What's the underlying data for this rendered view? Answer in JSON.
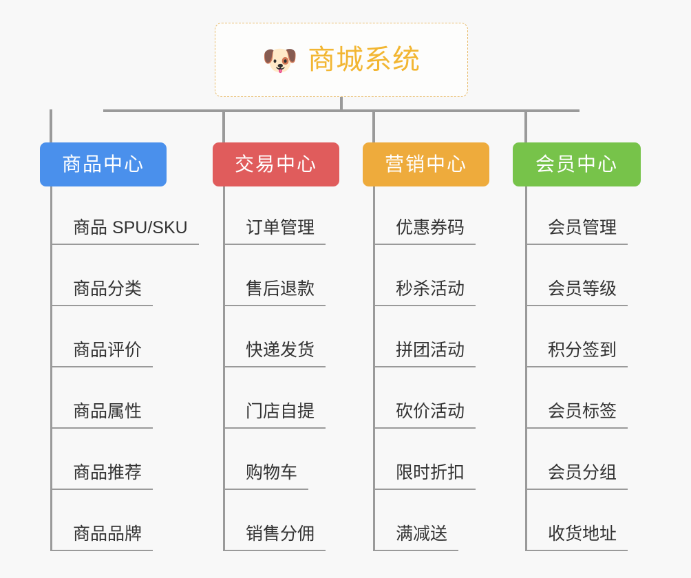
{
  "canvas": {
    "background_color": "#f8f8f8",
    "line_color": "#9a9a9a"
  },
  "root": {
    "icon": "dog-face-emoji",
    "icon_glyph": "🐶",
    "title": "商城系统",
    "title_color": "#f2b632",
    "border_color": "#e8bb6a",
    "border_style": "dashed"
  },
  "branches": [
    {
      "label": "商品中心",
      "color": "#4a90ec",
      "items": [
        "商品 SPU/SKU",
        "商品分类",
        "商品评价",
        "商品属性",
        "商品推荐",
        "商品品牌"
      ]
    },
    {
      "label": "交易中心",
      "color": "#e05c5c",
      "items": [
        "订单管理",
        "售后退款",
        "快递发货",
        "门店自提",
        "购物车",
        "销售分佣"
      ]
    },
    {
      "label": "营销中心",
      "color": "#eeab3c",
      "items": [
        "优惠券码",
        "秒杀活动",
        "拼团活动",
        "砍价活动",
        "限时折扣",
        "满减送"
      ]
    },
    {
      "label": "会员中心",
      "color": "#77c34a",
      "items": [
        "会员管理",
        "会员等级",
        "积分签到",
        "会员标签",
        "会员分组",
        "收货地址"
      ]
    }
  ]
}
